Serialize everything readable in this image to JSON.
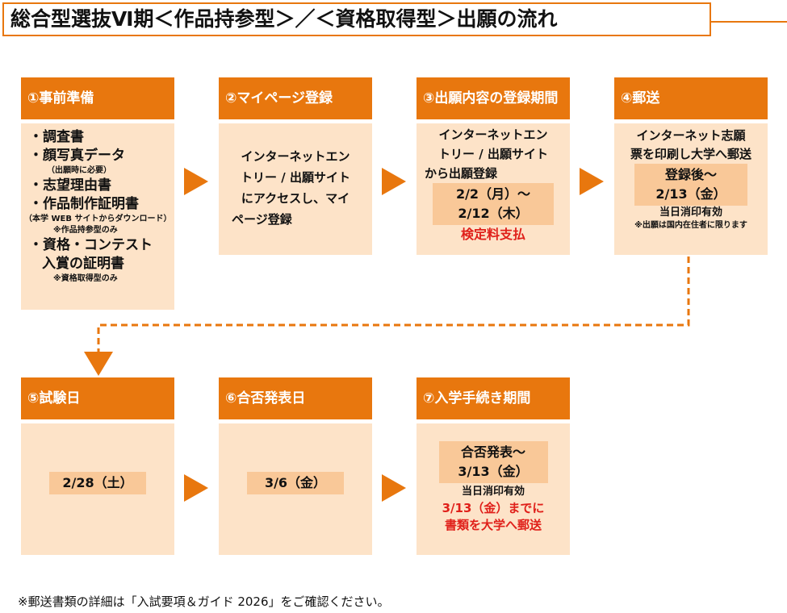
{
  "title": "総合型選抜Ⅵ期＜作品持参型＞／＜資格取得型＞出願の流れ",
  "steps": [
    {
      "label": "①事前準備",
      "items": [
        "・調査書",
        "・顔写真データ",
        "（出願時に必要）",
        "・志望理由書",
        "・作品制作証明書",
        "（本学 WEB サイトからダウンロード）",
        "※作品持参型のみ",
        "・資格・コンテスト",
        "入賞の証明書",
        "※資格取得型のみ"
      ]
    },
    {
      "label": "②マイページ登録",
      "text": [
        "インターネットエン",
        "トリー / 出願サイト",
        "にアクセスし、マイ",
        "ページ登録"
      ]
    },
    {
      "label": "③出願内容の登録期間",
      "text": [
        "インターネットエン",
        "トリー / 出願サイト",
        "から出願登録"
      ],
      "period": [
        "2/2（月）～",
        "2/12（木）"
      ],
      "red": "検定料支払"
    },
    {
      "label": "④郵送",
      "text": [
        "インターネット志願",
        "票を印刷し大学へ郵送"
      ],
      "period": [
        "登録後～",
        "2/13（金）"
      ],
      "sub": "当日消印有効",
      "note": "※出願は国内在住者に限ります"
    },
    {
      "label": "⑤試験日",
      "period": "2/28（土）"
    },
    {
      "label": "⑥合否発表日",
      "period": "3/6（金）"
    },
    {
      "label": "⑦入学手続き期間",
      "period": [
        "合否発表～",
        "3/13（金）"
      ],
      "sub": "当日消印有効",
      "red": [
        "3/13（金）までに",
        "書類を大学へ郵送"
      ]
    }
  ],
  "footnote": "※郵送書類の詳細は「入試要項＆ガイド 2026」をご確認ください。"
}
